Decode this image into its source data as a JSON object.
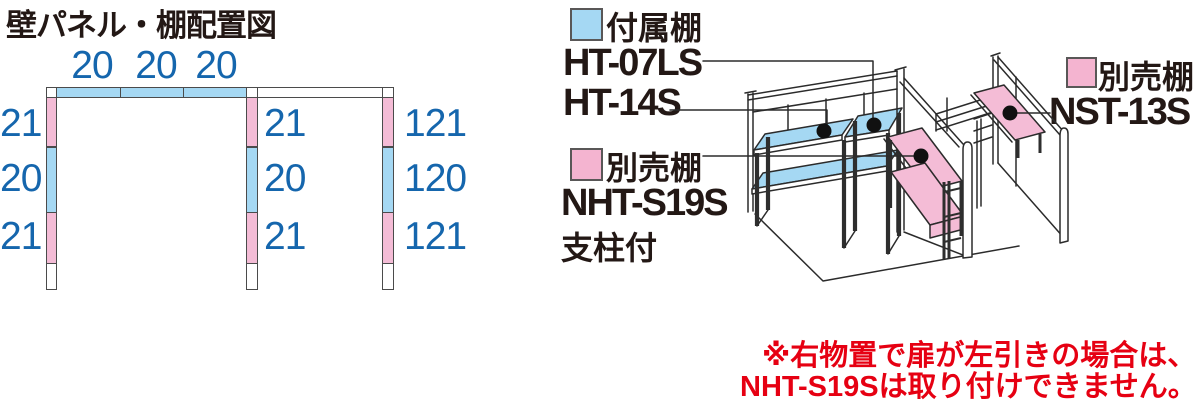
{
  "title": {
    "part_blue": "壁パネル",
    "part_black": "・棚配置図"
  },
  "panel_diagram": {
    "top_labels": [
      "20",
      "20",
      "20"
    ],
    "left_labels": [
      "21",
      "20",
      "21"
    ],
    "inner_labels": [
      "21",
      "20",
      "21"
    ],
    "right_labels": [
      "121",
      "120",
      "121"
    ]
  },
  "legend": {
    "included_shelf": {
      "label": "付属棚",
      "model1": "HT-07LS",
      "model2": "HT-14S",
      "swatch_color": "#A5D8F3"
    },
    "optional_shelf_left": {
      "label": "別売棚",
      "model": "NHT-S19S",
      "suffix": "支柱付",
      "swatch_color": "#F4B4D0"
    },
    "optional_shelf_right": {
      "label": "別売棚",
      "model": "NST-13S",
      "swatch_color": "#F4B4D0"
    }
  },
  "note": {
    "line1": "※右物置で扉が左引きの場合は、",
    "line2": "NHT-S19Sは取り付けできません。"
  },
  "colors": {
    "panel_blue": "#A5D8F3",
    "panel_pink": "#F4BCD6",
    "label_blue": "#1566AD",
    "note_red": "#E60012",
    "text_dark": "#231815"
  }
}
